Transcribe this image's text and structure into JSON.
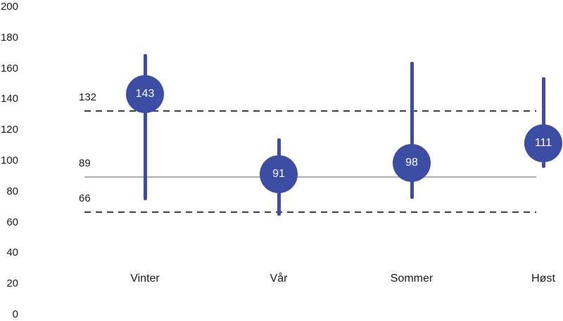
{
  "chart_data": {
    "type": "scatter",
    "variant": "high-low range lines with labeled mean markers",
    "title": "",
    "xlabel": "",
    "ylabel": "",
    "categories": [
      "Vinter",
      "Vår",
      "Sommer",
      "Høst"
    ],
    "values": [
      143,
      91,
      98,
      111
    ],
    "high": [
      169,
      114,
      164,
      154
    ],
    "low": [
      74,
      64,
      75,
      95
    ],
    "reference_lines": [
      {
        "label": "132",
        "value": 132,
        "style": "dashed"
      },
      {
        "label": "89",
        "value": 89,
        "style": "solid"
      },
      {
        "label": "66",
        "value": 66,
        "style": "dashed"
      }
    ],
    "yaxis": {
      "min": 0,
      "max": 200,
      "step": 20,
      "tick_labels": [
        "0",
        "20",
        "40",
        "60",
        "80",
        "100",
        "120",
        "140",
        "160",
        "180",
        "200"
      ]
    },
    "grid": false,
    "legend": "none",
    "colors": {
      "marker": "#3D4DA4",
      "marker_label": "#FFFFFF",
      "reference_dashed": "#3F3F3F",
      "reference_solid": "#AFAFAF",
      "text": "#1A1A1A",
      "background": "#FFFFFF"
    }
  }
}
